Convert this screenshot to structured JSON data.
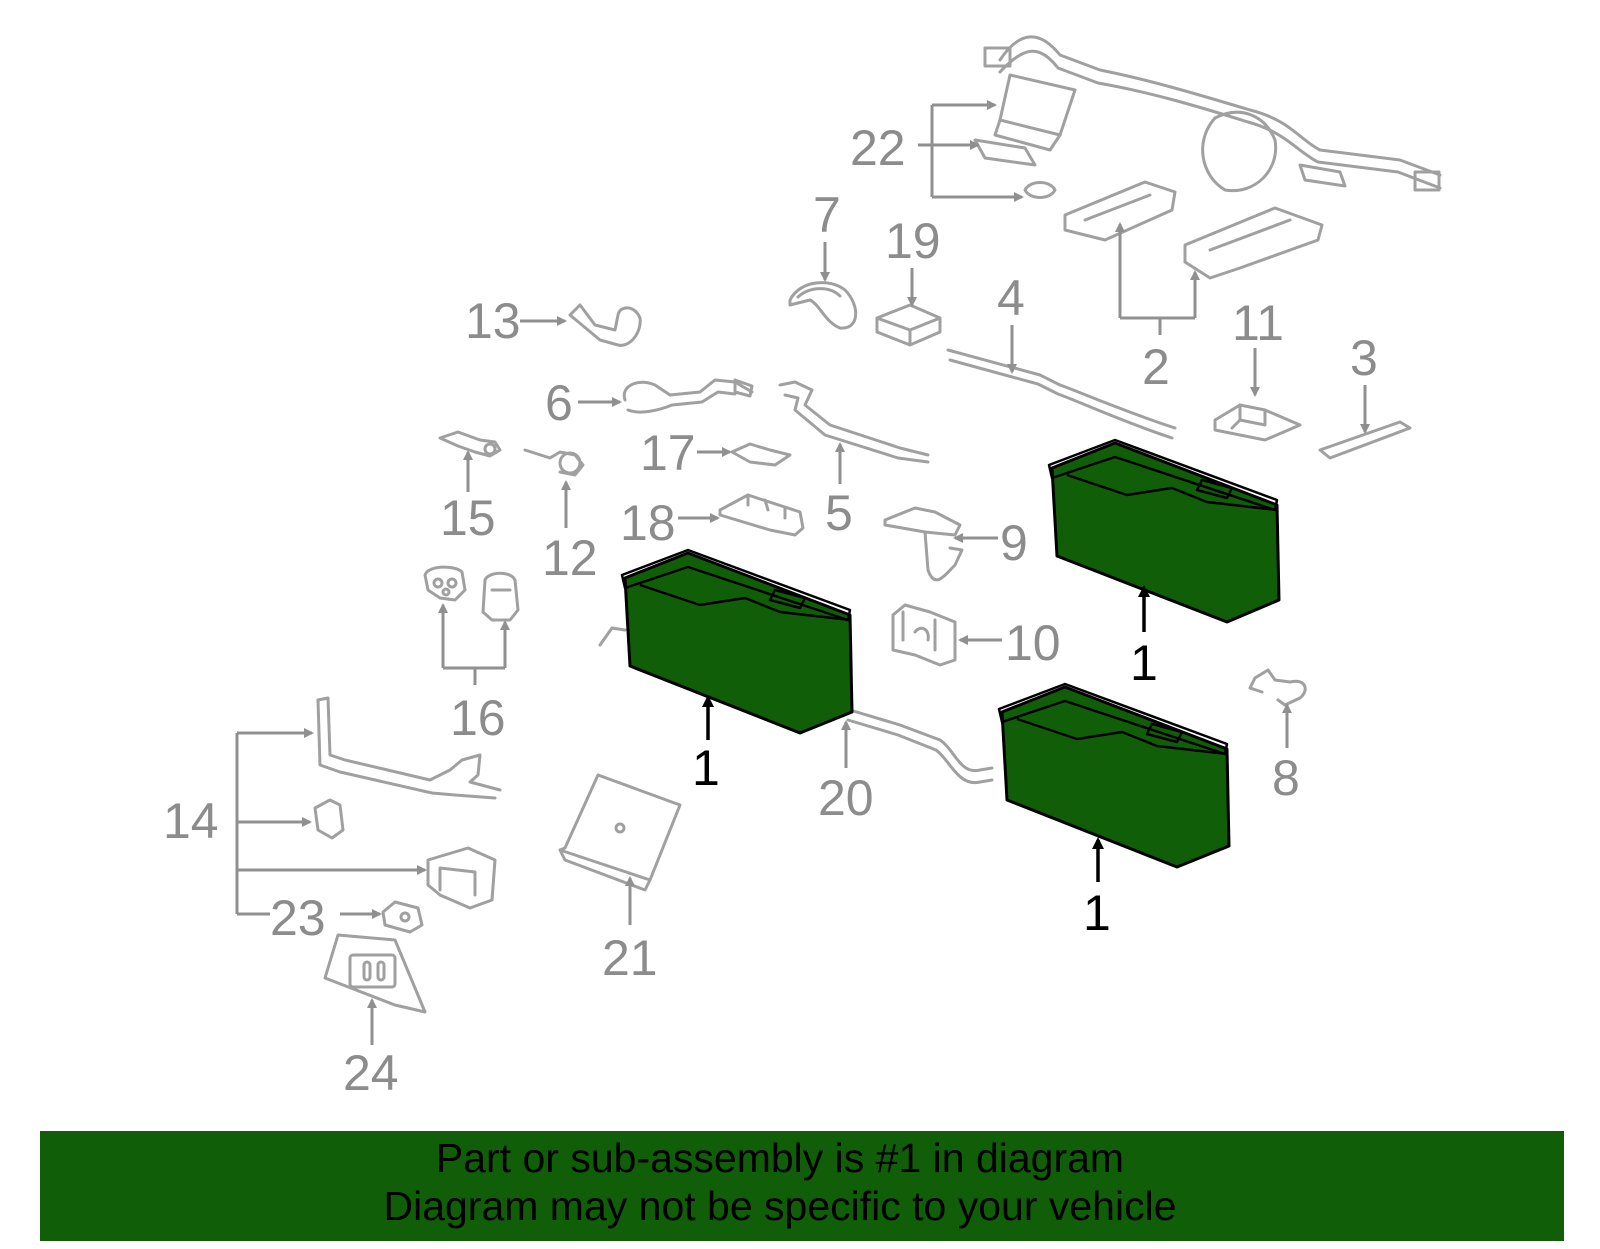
{
  "callouts": {
    "c1": "1",
    "c2": "2",
    "c3": "3",
    "c4": "4",
    "c5": "5",
    "c6": "6",
    "c7": "7",
    "c8": "8",
    "c9": "9",
    "c10": "10",
    "c11": "11",
    "c12": "12",
    "c13": "13",
    "c14": "14",
    "c15": "15",
    "c16": "16",
    "c17": "17",
    "c18": "18",
    "c19": "19",
    "c20": "20",
    "c21": "21",
    "c22": "22",
    "c23": "23",
    "c24": "24"
  },
  "footer": {
    "line1": "Part or sub-assembly is #1 in diagram",
    "line2": "Diagram may not be specific to your vehicle"
  },
  "colors": {
    "highlight": "#115e09",
    "part_outline": "#a0a0a0",
    "label_gray": "#8c8c8c"
  }
}
